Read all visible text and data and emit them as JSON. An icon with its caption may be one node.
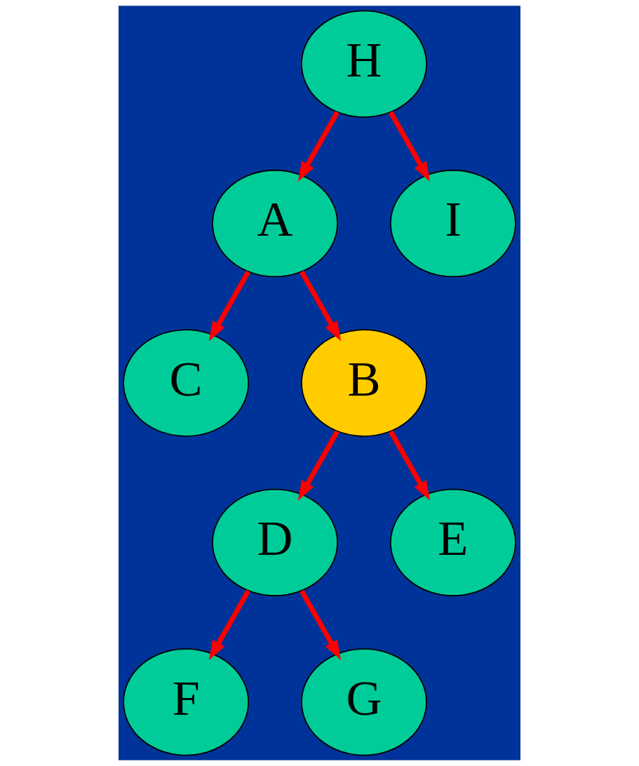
{
  "diagram": {
    "nodes": [
      {
        "text": [
          "H"
        ]
      },
      {
        "text": [
          "A"
        ]
      },
      {
        "text": [
          "I"
        ]
      },
      {
        "text": [
          "C"
        ]
      },
      {
        "text": [
          "B"
        ]
      },
      {
        "text": [
          "D"
        ]
      },
      {
        "text": [
          "E"
        ]
      },
      {
        "text": [
          "F"
        ]
      },
      {
        "text": [
          "G"
        ]
      }
    ],
    "edges": [
      {
        "from": 0,
        "to": 1,
        "arrow": "to"
      },
      {
        "from": 0,
        "to": 2,
        "arrow": "to"
      },
      {
        "from": 1,
        "to": 3,
        "arrow": "to"
      },
      {
        "from": 1,
        "to": 4,
        "arrow": "to"
      },
      {
        "from": 4,
        "to": 5,
        "arrow": "to"
      },
      {
        "from": 4,
        "to": 6,
        "arrow": "to"
      },
      {
        "from": 5,
        "to": 7,
        "arrow": "to"
      },
      {
        "from": 5,
        "to": 8,
        "arrow": "to"
      }
    ]
  }
}
